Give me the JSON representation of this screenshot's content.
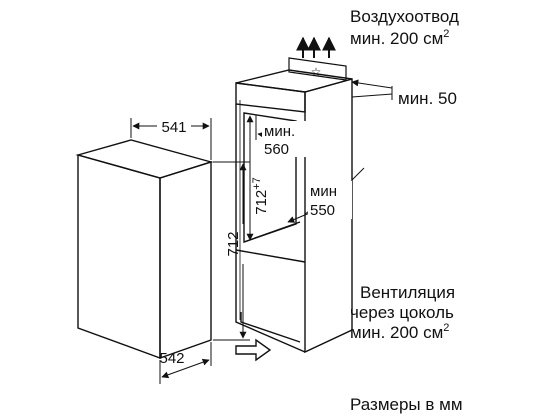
{
  "top_note": {
    "line1": "Воздухоотвод",
    "line2_prefix": "мин. 200 см",
    "line2_sup": "2"
  },
  "gap_note": "мин. 50",
  "bottom_note": {
    "line1": "Вентиляция",
    "line2": "через цоколь",
    "line3_prefix": "мин. 200 см",
    "line3_sup": "2"
  },
  "footer_note": "Размеры в мм",
  "appliance": {
    "width": "541",
    "height": "712",
    "depth": "542"
  },
  "niche": {
    "width_prefix": "мин.",
    "width": "560",
    "height_base": "712",
    "height_sup": "+7",
    "depth_prefix": "мин",
    "depth": "550"
  },
  "colors": {
    "line": "#111111",
    "background": "#ffffff"
  }
}
